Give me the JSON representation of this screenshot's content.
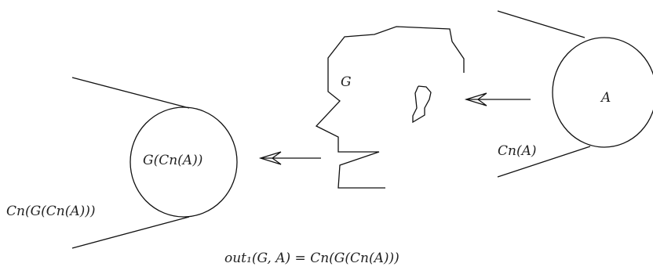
{
  "labels": {
    "g_symbol": "G",
    "a_symbol": "A",
    "cn_a": "Cn(A)",
    "g_cn_a": "G(Cn(A))",
    "cn_g_cn_a": "Cn(G(Cn(A)))",
    "equation": "out₁(G, A) = Cn(G(Cn(A)))"
  },
  "colors": {
    "stroke": "#111111",
    "text": "#222222",
    "background": "#ffffff"
  }
}
